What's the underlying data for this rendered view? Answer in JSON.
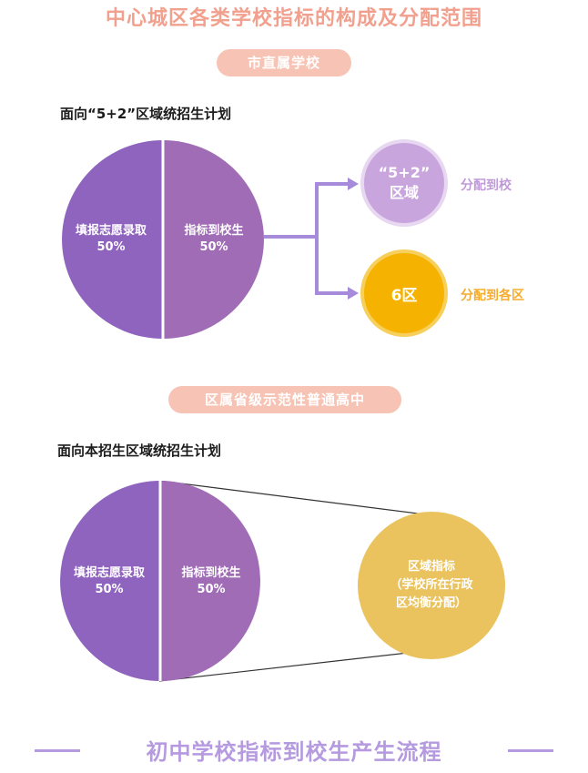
{
  "title": "中心城区各类学校指标的构成及分配范围",
  "section1": {
    "pill": "市直属学校",
    "subtitle": "面向“5+2”区域统招生计划",
    "pie_left": {
      "line1": "填报志愿录取",
      "line2": "50%"
    },
    "pie_right": {
      "line1": "指标到校生",
      "line2": "50%"
    },
    "bubble_top": {
      "line1": "“5+2”",
      "line2": "区域",
      "label": "分配到校"
    },
    "bubble_bottom": {
      "text": "6区",
      "label": "分配到各区"
    }
  },
  "section2": {
    "pill": "区属省级示范性普通高中",
    "subtitle": "面向本招生区域统招生计划",
    "pie_left": {
      "line1": "填报志愿录取",
      "line2": "50%"
    },
    "pie_right": {
      "line1": "指标到校生",
      "line2": "50%"
    },
    "bubble": {
      "line1": "区域指标",
      "line2": "（学校所在行政",
      "line3": "区均衡分配）"
    }
  },
  "footer": "初中学校指标到校生产生流程",
  "colors": {
    "title": "#f2a08e",
    "pill": "#f7c3b4",
    "pie_left": "#8f64bf",
    "pie_right": "#a06cb6",
    "region_bubble": "#c9a5de",
    "district_bubble": "#f5b200",
    "quota_bubble": "#eac35e",
    "footer": "#b69ae0"
  },
  "chart_data": [
    {
      "type": "pie",
      "title": "面向“5+2”区域统招生计划",
      "labels": [
        "填报志愿录取",
        "指标到校生"
      ],
      "values": [
        50,
        50
      ]
    },
    {
      "type": "pie",
      "title": "面向本招生区域统招生计划",
      "labels": [
        "填报志愿录取",
        "指标到校生"
      ],
      "values": [
        50,
        50
      ]
    }
  ]
}
